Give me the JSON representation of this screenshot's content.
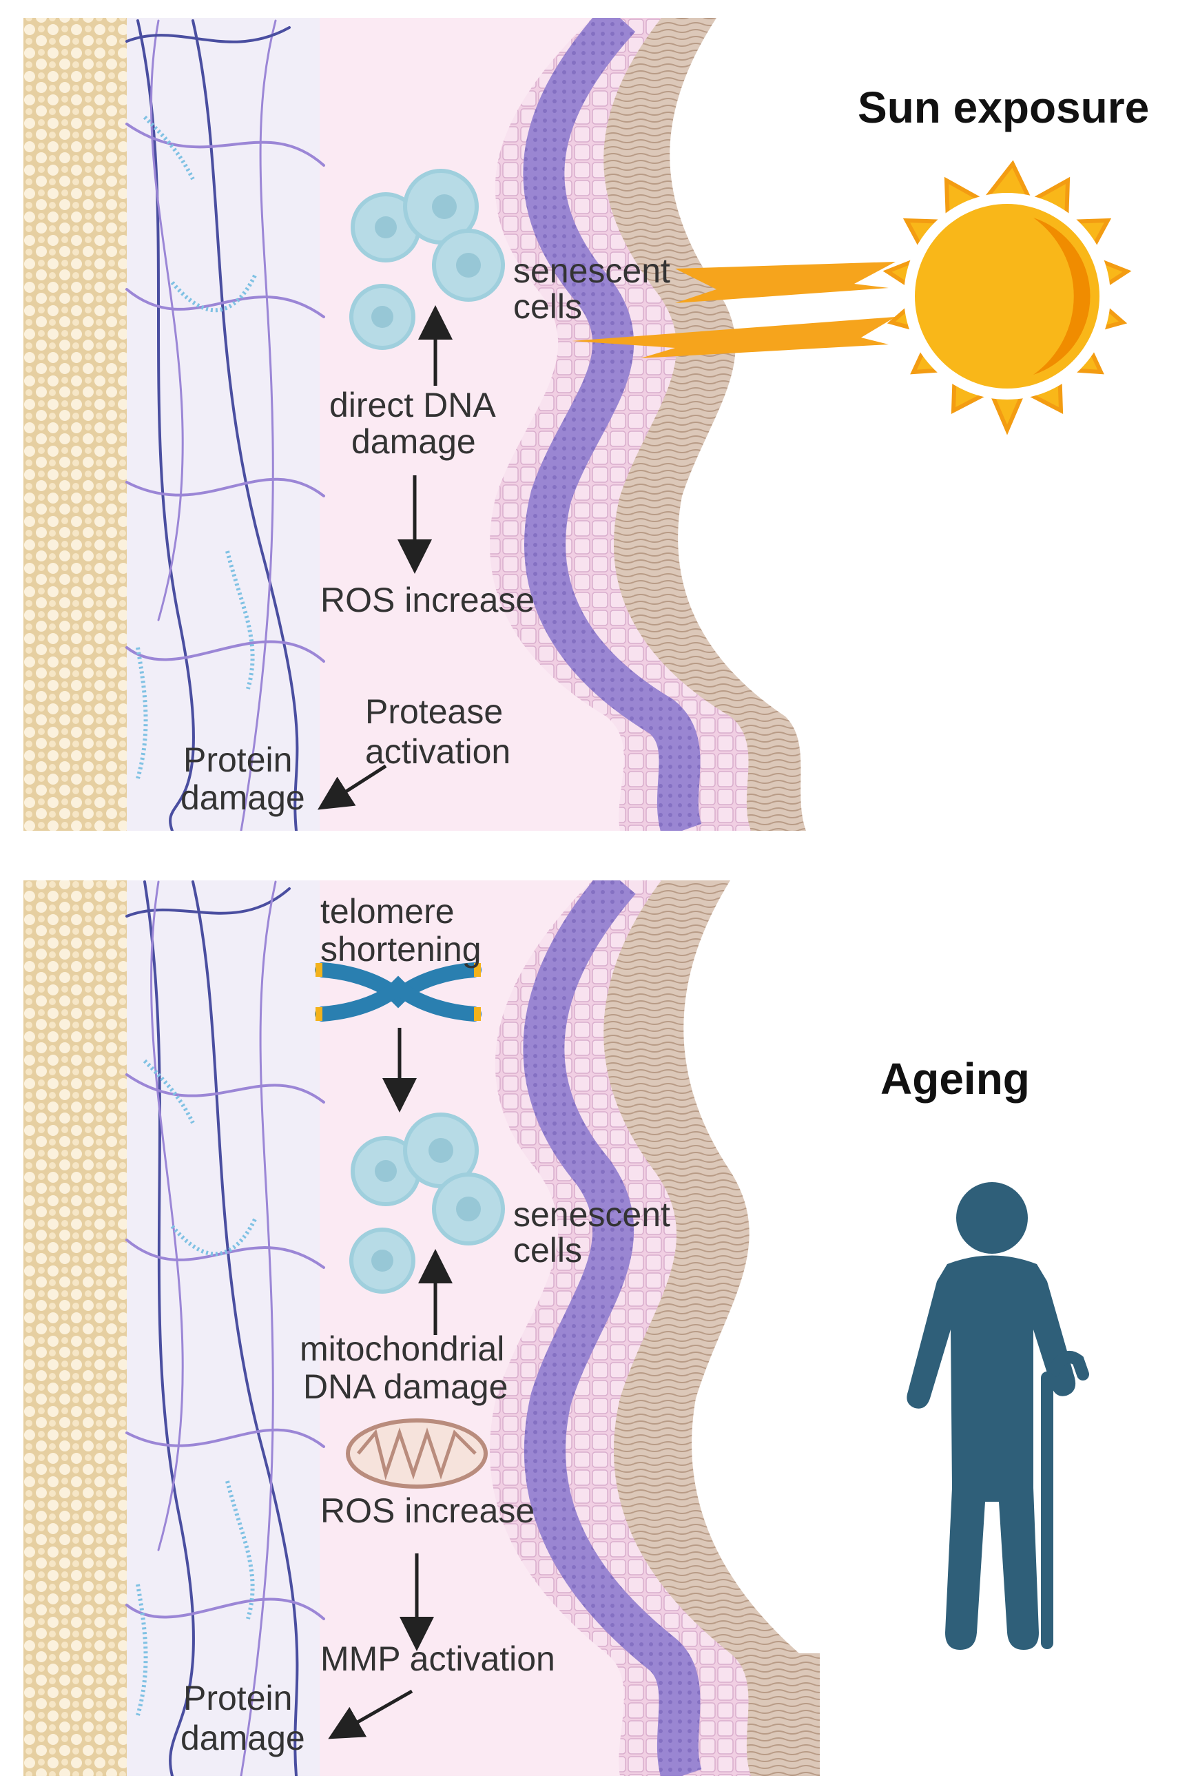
{
  "panel_sun": {
    "title": "Sun exposure",
    "senescent_line1": "senescent",
    "senescent_line2": "cells",
    "dna_line1": "direct DNA",
    "dna_line2": "damage",
    "ros": "ROS increase",
    "protease_line1": "Protease",
    "protease_line2": "activation",
    "protein_line1": "Protein",
    "protein_line2": "damage"
  },
  "panel_ageing": {
    "title": "Ageing",
    "telomere_line1": "telomere",
    "telomere_line2": "shortening",
    "senescent_line1": "senescent",
    "senescent_line2": "cells",
    "mito_line1": "mitochondrial",
    "mito_line2": "DNA damage",
    "ros": "ROS increase",
    "mmp": "MMP activation",
    "protein_line1": "Protein",
    "protein_line2": "damage"
  },
  "colors": {
    "fat": "#f3e3c3",
    "dermis": "#f1eef8",
    "epidermis_bg": "#fbeaf3",
    "collagen": "#9b86d6",
    "collagen_dark": "#4a4ea0",
    "elastin": "#7fc1e3",
    "basal": "#8c78c9",
    "cornified": "#c8b19f",
    "sun": "#f9b719",
    "sun_edge": "#f39c12",
    "person": "#2f5f79",
    "cell": "#b7dbe6"
  }
}
